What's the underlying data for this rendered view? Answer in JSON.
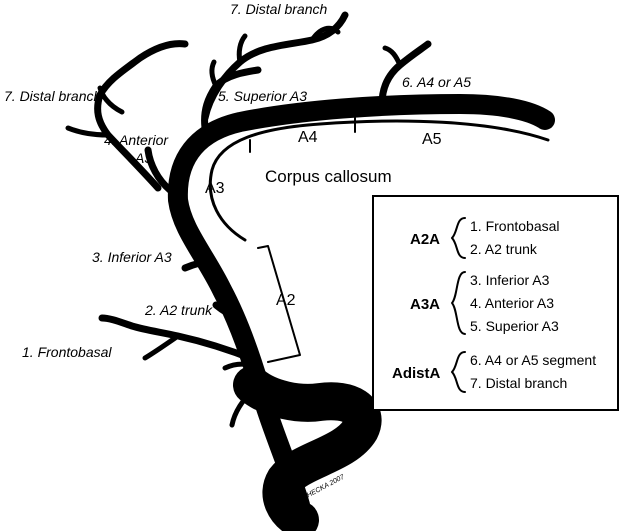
{
  "labels": {
    "distal_branch_top": "7. Distal branch",
    "distal_branch_left": "7. Distal branch",
    "a4_or_a5": "6. A4 or A5",
    "superior_a3": "5. Superior A3",
    "anterior_a3_line1": "4. Anterior",
    "anterior_a3_line2": "A3",
    "inferior_a3": "3. Inferior A3",
    "a2_trunk": "2. A2 trunk",
    "frontobasal": "1. Frontobasal",
    "seg_a3": "A3",
    "seg_a4": "A4",
    "seg_a5": "A5",
    "seg_a2": "A2",
    "corpus_callosum": "Corpus callosum",
    "copyright": "©LEHECKA 2007"
  },
  "legend": {
    "groups": [
      {
        "heading": "A2A",
        "items": [
          "1. Frontobasal",
          "2. A2 trunk"
        ]
      },
      {
        "heading": "A3A",
        "items": [
          "3. Inferior A3",
          "4. Anterior A3",
          "5. Superior A3"
        ]
      },
      {
        "heading": "AdistA",
        "items": [
          "6. A4 or A5 segment",
          "7. Distal branch"
        ]
      }
    ]
  }
}
